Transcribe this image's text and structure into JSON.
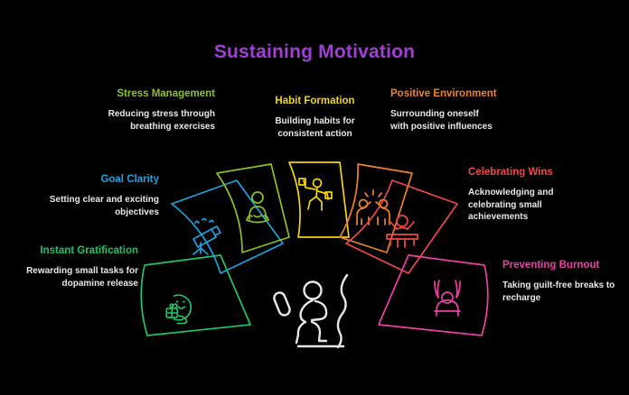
{
  "page": {
    "title": "Sustaining Motivation",
    "title_color": "#a13fd4",
    "background_color": "#000000",
    "center_icon": "running-person-icon",
    "center_icon_color": "#e6e6e6"
  },
  "segments": [
    {
      "id": "instant-gratification",
      "heading": "Instant Gratification",
      "description": "Rewarding small tasks for dopamine release",
      "color": "#1fc56b",
      "icon": "gift-hand-icon",
      "label_align": "right"
    },
    {
      "id": "goal-clarity",
      "heading": "Goal Clarity",
      "description": "Setting clear and exciting objectives",
      "color": "#1ba3e0",
      "icon": "telescope-icon",
      "label_align": "right"
    },
    {
      "id": "stress-management",
      "heading": "Stress Management",
      "description": "Reducing stress through breathing exercises",
      "color": "#8dc320",
      "icon": "meditation-icon",
      "label_align": "right"
    },
    {
      "id": "habit-formation",
      "heading": "Habit Formation",
      "description": "Building habits for consistent action",
      "color": "#f2d513",
      "icon": "habit-person-icon",
      "label_align": "center"
    },
    {
      "id": "positive-environment",
      "heading": "Positive Environment",
      "description": "Surrounding oneself with positive influences",
      "color": "#ee8327",
      "icon": "high-five-icon",
      "label_align": "left"
    },
    {
      "id": "celebrating-wins",
      "heading": "Celebrating Wins",
      "description": "Acknowledging and celebrating small achievements",
      "color": "#ef4848",
      "icon": "celebration-desk-icon",
      "label_align": "left"
    },
    {
      "id": "preventing-burnout",
      "heading": "Preventing Burnout",
      "description": "Taking guilt-free breaks to recharge",
      "color": "#ee3fa5",
      "icon": "hammock-rest-icon",
      "label_align": "left"
    }
  ]
}
